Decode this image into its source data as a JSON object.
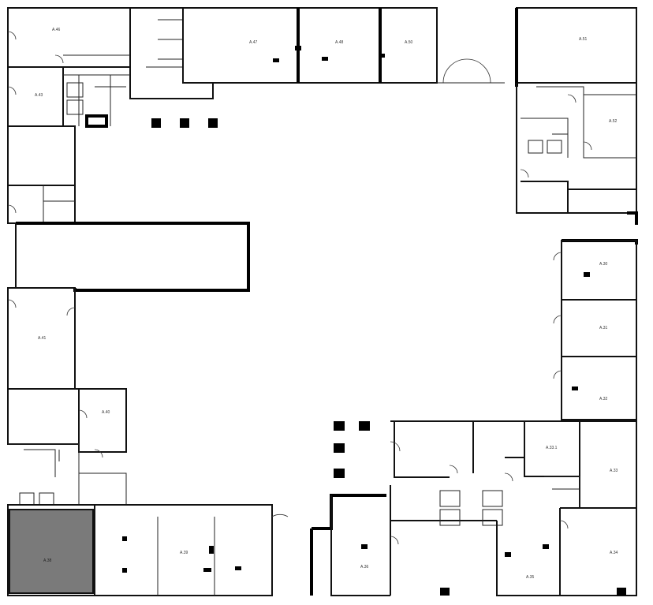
{
  "colors": {
    "selected": "#7a7a7a",
    "wall": "#111111",
    "background": "#ffffff"
  },
  "units": {
    "a46": "А.46",
    "a47": "А.47",
    "a48": "А.48",
    "a50": "А.50",
    "a51": "А.51",
    "a52": "А.52",
    "a43": "А.43",
    "a41": "А.41",
    "a40": "А.40",
    "a30": "А.30",
    "a31": "А.31",
    "a32": "А.32",
    "a33_1": "А.33.1",
    "a33": "А.33",
    "a34": "А.34",
    "a35": "А.35",
    "a36": "А.36",
    "a38": "А.38",
    "a39": "А.39"
  },
  "selected_unit": "А.38"
}
